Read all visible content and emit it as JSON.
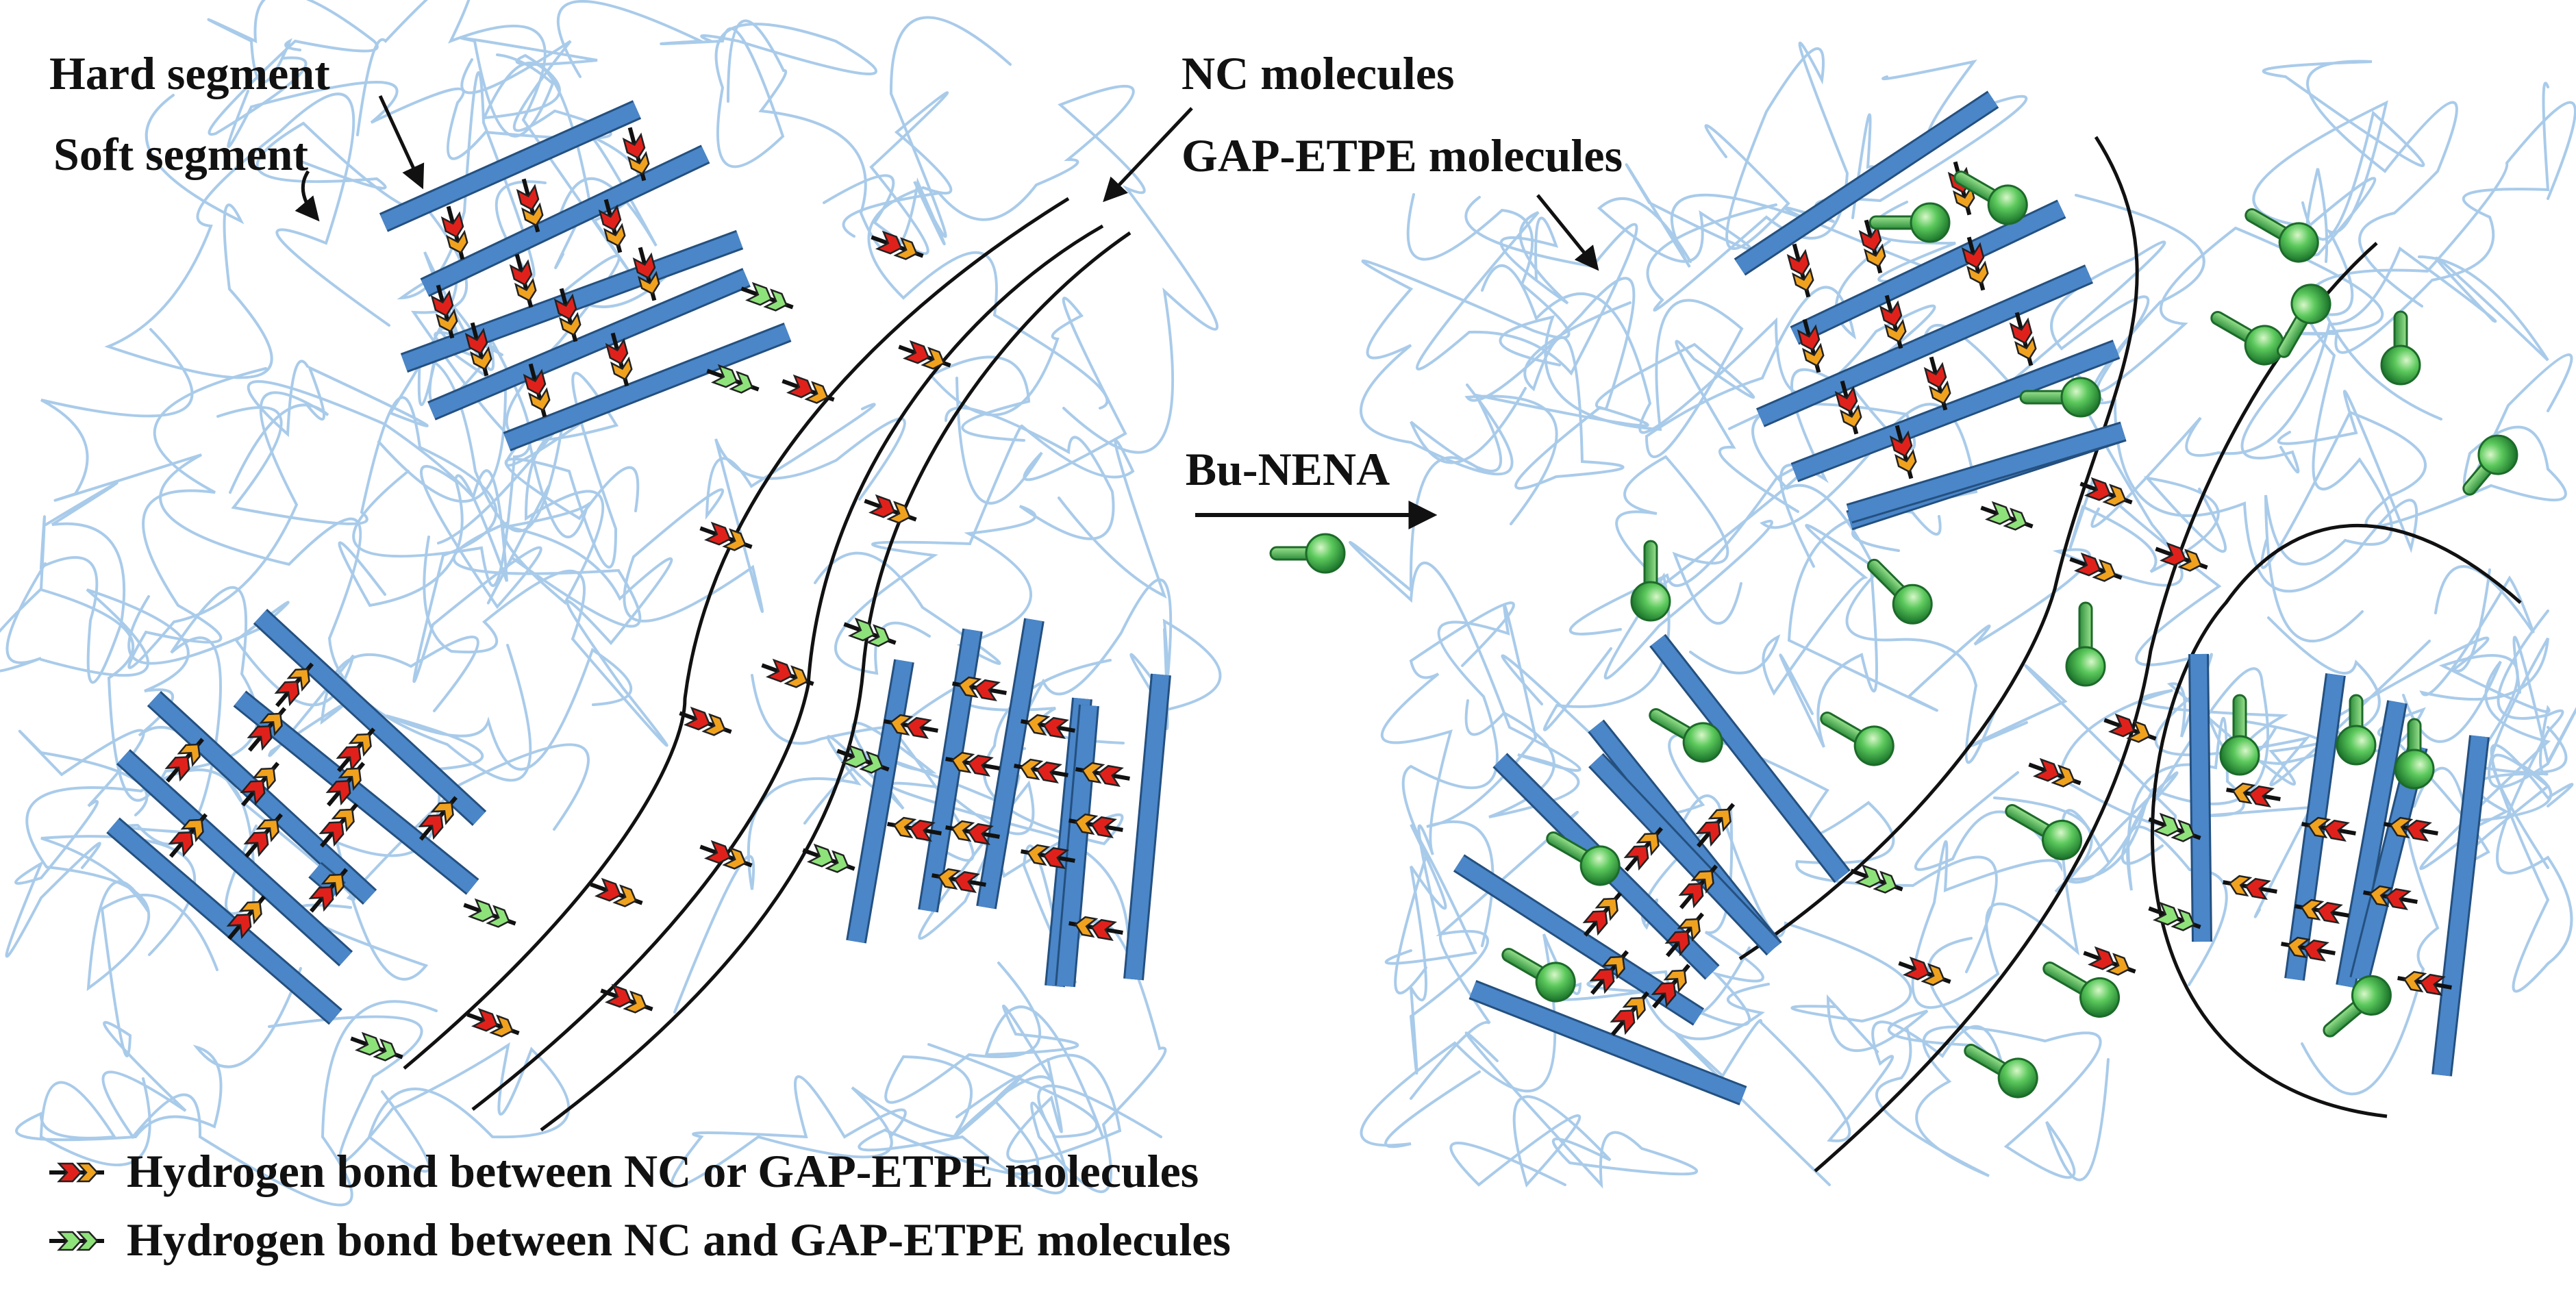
{
  "labels": {
    "hard_segment": "Hard segment",
    "soft_segment": "Soft segment",
    "nc_molecules": "NC molecules",
    "gap_etpe_molecules": "GAP-ETPE molecules",
    "process": "Bu-NENA"
  },
  "legend": [
    {
      "text": "Hydrogen bond between NC or GAP-ETPE molecules",
      "bond_type": "same-molecule"
    },
    {
      "text": "Hydrogen bond between NC and GAP-ETPE molecules",
      "bond_type": "cross-molecule"
    }
  ],
  "colors": {
    "hard_segment": "#4A86C8",
    "hard_segment_edge": "#24507F",
    "soft_segment": "#A9CBEA",
    "nc_chain": "#111111",
    "bond_same_head": "#E0211B",
    "bond_same_tail": "#F0A21E",
    "bond_cross": "#8EE27A",
    "bu_nena": "#3FB34F"
  },
  "icons": {
    "bond": "chevron-pair-icon",
    "plasticizer": "lollipop-molecule-icon",
    "pointer": "arrow-icon"
  }
}
